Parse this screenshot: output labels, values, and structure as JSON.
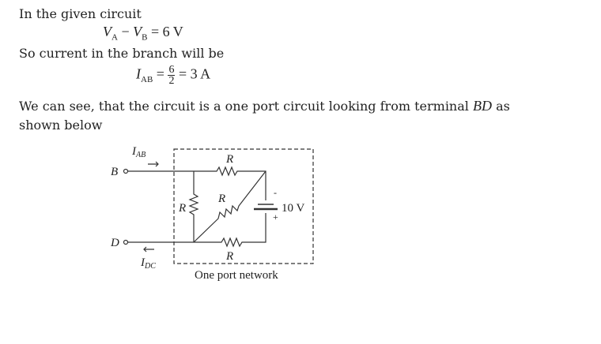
{
  "lines": {
    "l1": "In the given circuit",
    "l3": "So current in the branch will be",
    "l5": "We can see, that the circuit is a one port circuit looking from terminal",
    "l5_term": "BD",
    "l5_end": "as",
    "l6": "shown below"
  },
  "eq1": {
    "lhs_a": "V",
    "sub_a": "A",
    "minus": " − ",
    "lhs_b": "V",
    "sub_b": "B",
    "rhs": " = 6 V"
  },
  "eq2": {
    "lhs": "I",
    "sub": "AB",
    "eq": " = ",
    "num": "6",
    "den": "2",
    "rhs": " = 3 A"
  },
  "circuit": {
    "terminal_b": "B",
    "terminal_d": "D",
    "current_ab": "I",
    "current_ab_sub": "AB",
    "current_dc": "I",
    "current_dc_sub": "DC",
    "resistor_label": "R",
    "battery": "10 V",
    "minus": "-",
    "plus": "+",
    "caption": "One port network"
  }
}
